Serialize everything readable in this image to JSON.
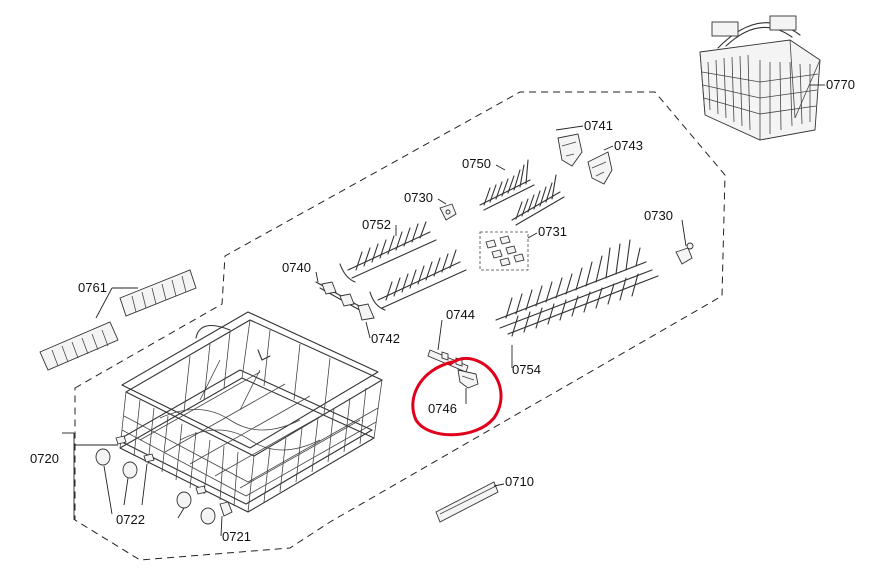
{
  "part_labels": {
    "p0770": "0770",
    "p0741": "0741",
    "p0743": "0743",
    "p0750": "0750",
    "p0730a": "0730",
    "p0752": "0752",
    "p0731": "0731",
    "p0730b": "0730",
    "p0740": "0740",
    "p0761": "0761",
    "p0742": "0742",
    "p0744": "0744",
    "p0754": "0754",
    "p0746": "0746",
    "p0720": "0720",
    "p0710": "0710",
    "p0722": "0722",
    "p0721": "0721"
  },
  "colors": {
    "line": "#222222",
    "highlight_circle": "#e0001b",
    "background": "#ffffff"
  }
}
